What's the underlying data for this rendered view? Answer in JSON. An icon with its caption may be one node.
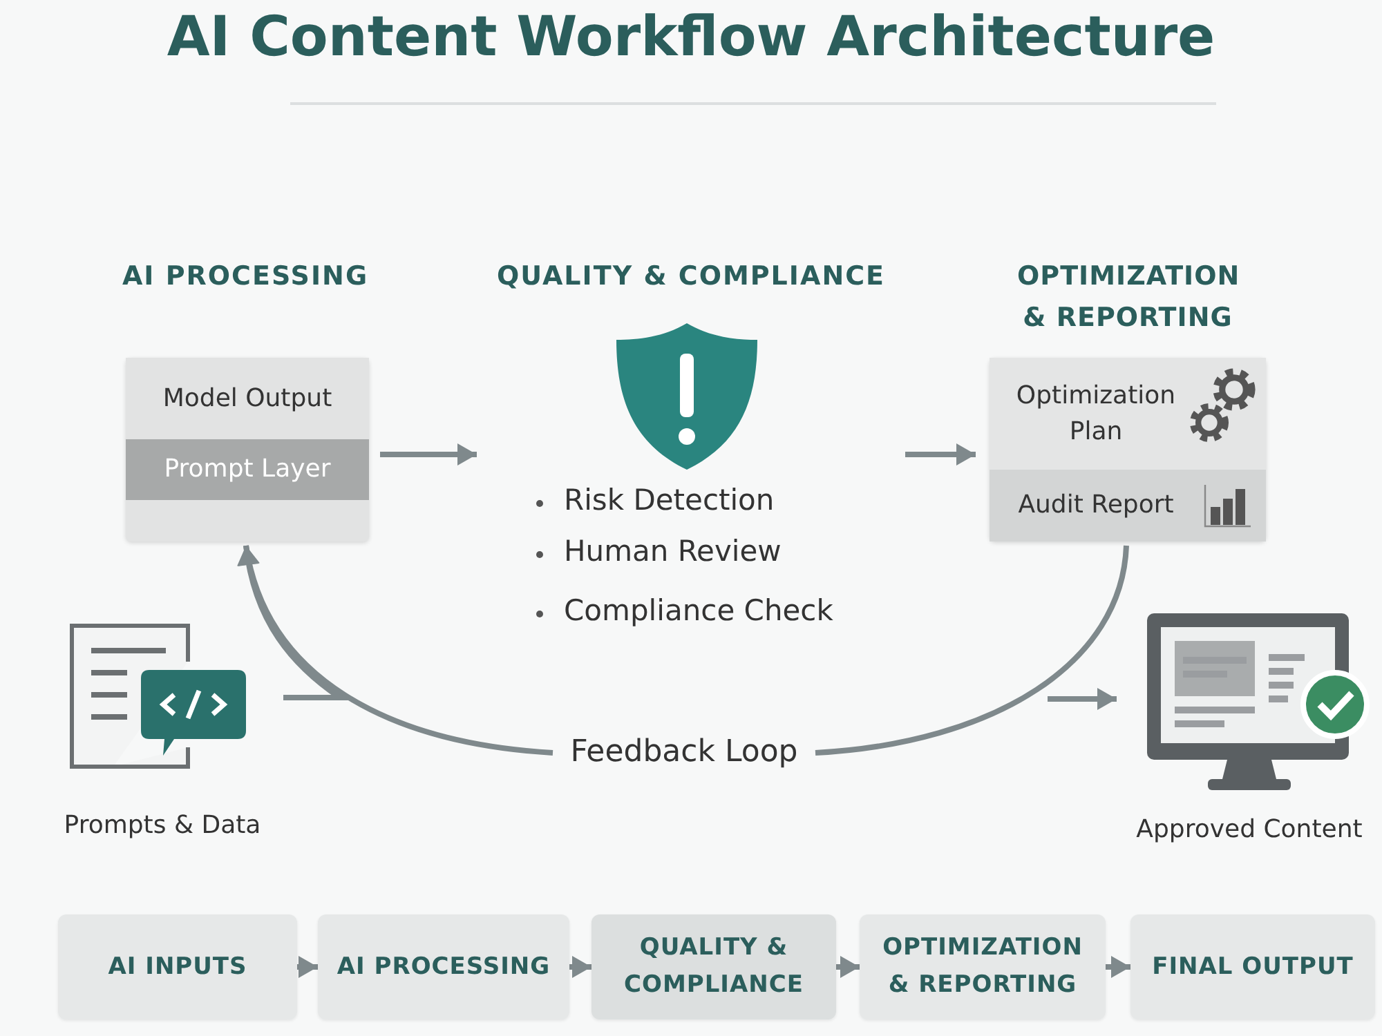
{
  "diagram": {
    "title": "AI Content Workflow Architecture",
    "nodes": [
      {
        "text": [
          "AI PROCESSING"
        ]
      },
      {
        "text": [
          "Model Output"
        ],
        "in": 0
      },
      {
        "text": [
          "Prompt Layer"
        ],
        "in": 0
      },
      {
        "text": [
          "QUALITY & COMPLIANCE",
          "Risk Detection",
          "Human Review",
          "Compliance Check"
        ]
      },
      {
        "text": [
          "OPTIMIZATION & REPORTING"
        ]
      },
      {
        "text": [
          "Optimization Plan"
        ],
        "in": 4
      },
      {
        "text": [
          "Audit Report"
        ],
        "in": 4
      },
      {
        "text": [
          "Prompts & Data"
        ]
      },
      {
        "text": [
          "Approved Content"
        ]
      },
      {
        "text": [
          "Feedback Loop"
        ]
      },
      {
        "text": [
          "AI INPUTS"
        ]
      },
      {
        "text": [
          "AI PROCESSING"
        ]
      },
      {
        "text": [
          "QUALITY & COMPLIANCE"
        ]
      },
      {
        "text": [
          "OPTIMIZATION & REPORTING"
        ]
      },
      {
        "text": [
          "FINAL OUTPUT"
        ]
      }
    ],
    "edges": [
      {
        "from": 0,
        "to": 3,
        "arrow": "to"
      },
      {
        "from": 3,
        "to": 4,
        "arrow": "to"
      },
      {
        "from": 4,
        "to": 9,
        "arrow": "none"
      },
      {
        "from": 9,
        "to": 0,
        "arrow": "to"
      },
      {
        "from": 7,
        "to": 0,
        "arrow": "to"
      },
      {
        "from": null,
        "to": 8,
        "arrow": "to"
      },
      {
        "from": 10,
        "to": 11,
        "arrow": "to"
      },
      {
        "from": 11,
        "to": 12,
        "arrow": "to"
      },
      {
        "from": 12,
        "to": 13,
        "arrow": "to"
      },
      {
        "from": 13,
        "to": 14,
        "arrow": "to"
      }
    ]
  }
}
